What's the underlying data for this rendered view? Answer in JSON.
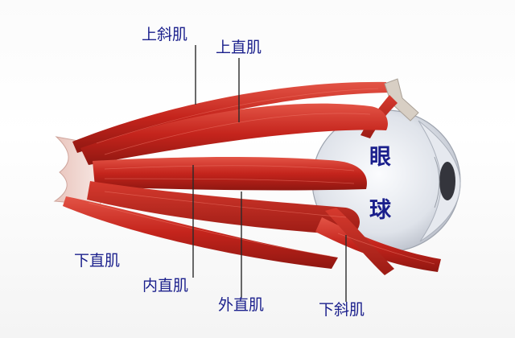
{
  "labels": {
    "superior_oblique": "上斜肌",
    "superior_rectus": "上直肌",
    "inferior_rectus": "下直肌",
    "medial_rectus": "内直肌",
    "lateral_rectus": "外直肌",
    "inferior_oblique": "下斜肌",
    "eyeball_1": "眼",
    "eyeball_2": "球"
  },
  "colors": {
    "muscle": "#c9271f",
    "muscle_dark": "#8e1610",
    "muscle_light": "#e25a4b",
    "tendon": "#f3dcd6",
    "eyeball": "#eef1f6",
    "label": "#1a1f8c"
  }
}
